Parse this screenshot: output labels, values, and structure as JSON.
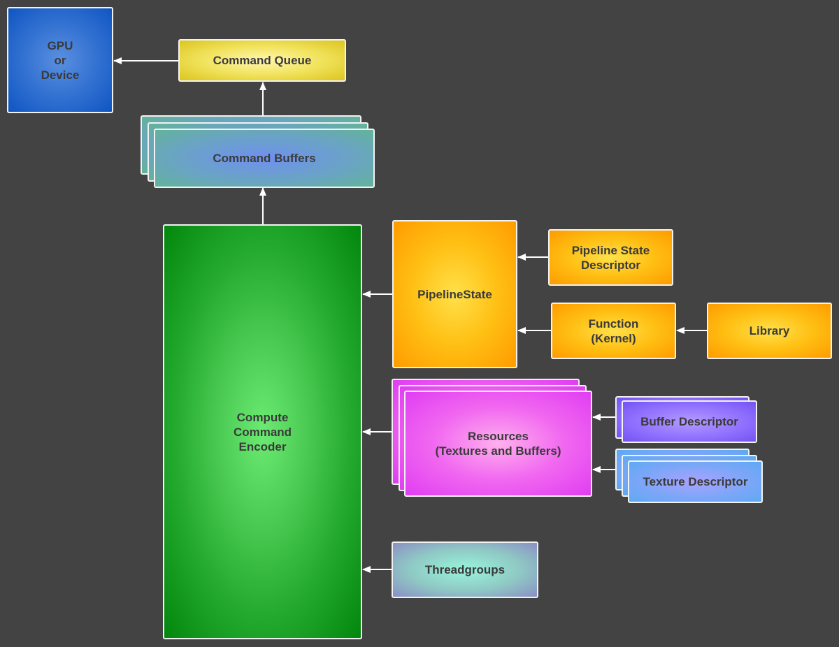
{
  "nodes": {
    "gpu": "GPU\nor\nDevice",
    "command_queue": "Command Queue",
    "command_buffers": "Command Buffers",
    "compute_command_encoder": "Compute\nCommand\nEncoder",
    "pipeline_state": "PipelineState",
    "pipeline_state_descriptor": "Pipeline State\nDescriptor",
    "function_kernel": "Function\n(Kernel)",
    "library": "Library",
    "resources": "Resources\n(Textures and Buffers)",
    "buffer_descriptor": "Buffer Descriptor",
    "texture_descriptor": "Texture Descriptor",
    "threadgroups": "Threadgroups"
  },
  "edges": [
    {
      "from": "command_queue",
      "to": "gpu"
    },
    {
      "from": "command_buffers",
      "to": "command_queue"
    },
    {
      "from": "compute_command_encoder",
      "to": "command_buffers"
    },
    {
      "from": "pipeline_state",
      "to": "compute_command_encoder"
    },
    {
      "from": "pipeline_state_descriptor",
      "to": "pipeline_state"
    },
    {
      "from": "function_kernel",
      "to": "pipeline_state"
    },
    {
      "from": "library",
      "to": "function_kernel"
    },
    {
      "from": "resources",
      "to": "compute_command_encoder"
    },
    {
      "from": "buffer_descriptor",
      "to": "resources"
    },
    {
      "from": "texture_descriptor",
      "to": "resources"
    },
    {
      "from": "threadgroups",
      "to": "compute_command_encoder"
    }
  ],
  "colors": {
    "background": "#434343",
    "gpu": "#2f6fd0",
    "command_queue": "#f1e35e",
    "command_buffers": "#6aa3c6",
    "encoder": "#22a82c",
    "orange": "#ffbf13",
    "magenta": "#f168f0",
    "buffer_descriptor": "#9273ff",
    "texture_descriptor": "#7ea6f8",
    "threadgroups": "#8fc8c4",
    "edge": "#ffffff"
  }
}
